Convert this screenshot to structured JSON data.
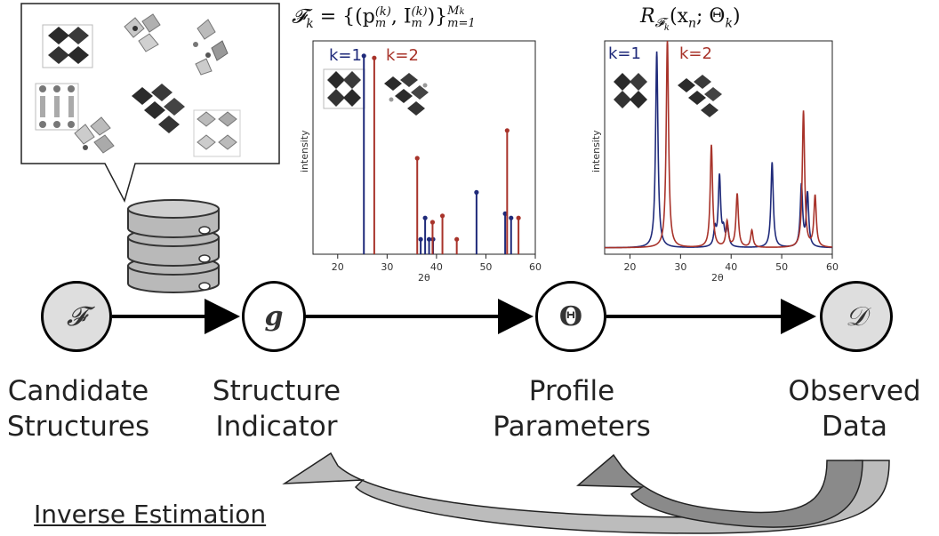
{
  "nodes": {
    "F": {
      "symbol": "𝓕",
      "caption_line1": "Candidate",
      "caption_line2": "Structures"
    },
    "g": {
      "symbol": "g",
      "caption_line1": "Structure",
      "caption_line2": "Indicator"
    },
    "theta": {
      "symbol": "Θ",
      "caption_line1": "Profile",
      "caption_line2": "Parameters"
    },
    "D": {
      "symbol": "𝒟",
      "caption_line1": "Observed",
      "caption_line2": "Data"
    }
  },
  "inverse_label": "Inverse Estimation",
  "left_plot": {
    "title_main": "𝓕",
    "title_sub": "k",
    "title_rest": " = {(p",
    "title_p_sup": "(k)",
    "title_p_sub": "m",
    "title_comma": ", I",
    "title_i_sup": "(k)",
    "title_i_sub": "m",
    "title_close": ")}",
    "title_range_sup": "M",
    "title_range_sup_sub": "k",
    "title_range_sub": "m=1",
    "legend_k1": "k=1",
    "legend_k2": "k=2",
    "ylabel": "intensity",
    "xlabel": "2θ",
    "xticks": [
      "20",
      "30",
      "40",
      "50",
      "60"
    ]
  },
  "right_plot": {
    "title_main": "R",
    "title_sub": "𝓕",
    "title_sub2": "k",
    "title_rest": "(x",
    "title_n": "n",
    "title_end": "; Θ",
    "title_k": "k",
    "title_close": ")",
    "legend_k1": "k=1",
    "legend_k2": "k=2",
    "ylabel": "intensity",
    "xlabel": "2θ",
    "xticks": [
      "20",
      "30",
      "40",
      "50",
      "60"
    ]
  },
  "chart_data": [
    {
      "type": "stem",
      "xlim": [
        15,
        60
      ],
      "ylim": [
        0,
        1
      ],
      "series": [
        {
          "name": "k=1",
          "color": "#1f2a7a",
          "x": [
            25.3,
            36.8,
            37.7,
            38.5,
            39.3,
            48.1,
            53.9,
            55.1
          ],
          "y": [
            0.93,
            0.07,
            0.17,
            0.07,
            0.07,
            0.29,
            0.19,
            0.17
          ]
        },
        {
          "name": "k=2",
          "color": "#a8332a",
          "x": [
            27.4,
            36.1,
            39.2,
            41.2,
            44.1,
            54.3,
            56.6
          ],
          "y": [
            0.92,
            0.45,
            0.15,
            0.18,
            0.07,
            0.58,
            0.17
          ]
        }
      ]
    },
    {
      "type": "line",
      "xlim": [
        15,
        60
      ],
      "ylim": [
        0,
        1
      ],
      "series": [
        {
          "name": "k=1",
          "color": "#1f2a7a",
          "x": [
            25.3,
            36.8,
            37.7,
            38.5,
            39.3,
            48.1,
            53.9,
            55.1
          ],
          "y": [
            0.92,
            0.08,
            0.33,
            0.07,
            0.09,
            0.4,
            0.29,
            0.25
          ]
        },
        {
          "name": "k=2",
          "color": "#a8332a",
          "x": [
            27.4,
            36.1,
            39.2,
            41.2,
            44.1,
            54.3,
            56.6
          ],
          "y": [
            0.98,
            0.48,
            0.12,
            0.25,
            0.08,
            0.64,
            0.24
          ]
        }
      ]
    }
  ]
}
